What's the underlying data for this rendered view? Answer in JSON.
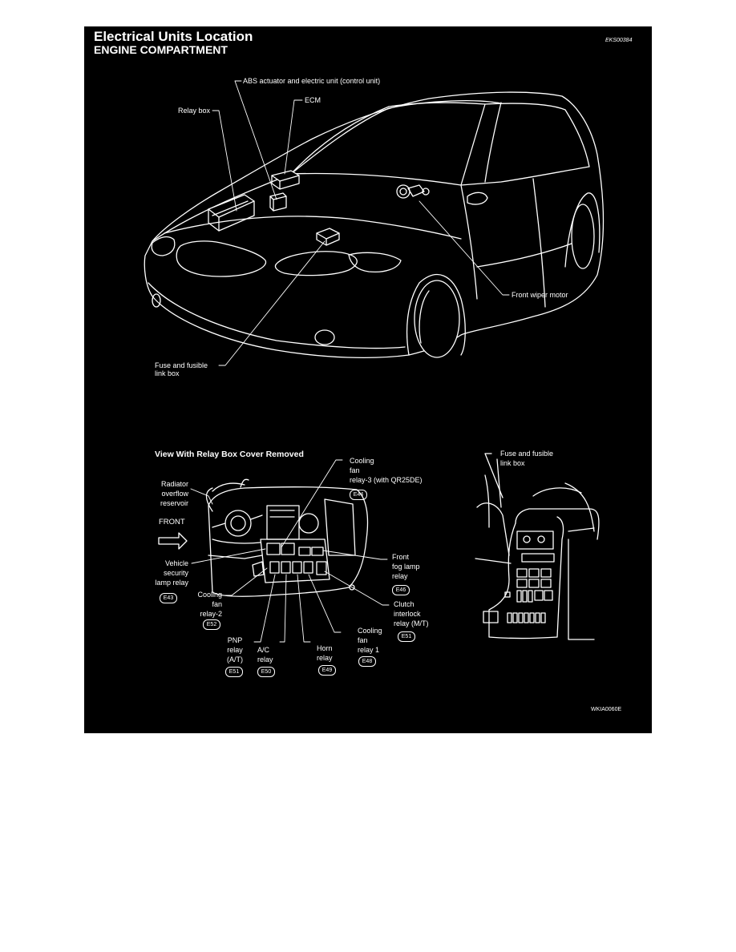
{
  "page": {
    "title": "Electrical Units Location",
    "subtitle": "ENGINE COMPARTMENT",
    "doc_id": "EKS00384",
    "figure_id": "WKIA0060E"
  },
  "car_view": {
    "labels": {
      "abs": "ABS actuator and electric unit (control unit)",
      "ecm": "ECM",
      "relay_box": "Relay box",
      "wiper": "Front wiper motor",
      "fuse_box_1": "Fuse and fusible",
      "fuse_box_2": "link box"
    }
  },
  "relay_view": {
    "heading": "View With Relay Box Cover Removed",
    "front_label": "FRONT",
    "labels": {
      "radiator_1": "Radiator",
      "radiator_2": "overflow",
      "radiator_3": "reservoir",
      "cf3_1": "Cooling",
      "cf3_2": "fan",
      "cf3_3": "relay-3 (with QR25DE)",
      "vsl_1": "Vehicle",
      "vsl_2": "security",
      "vsl_3": "lamp relay",
      "ffl_1": "Front",
      "ffl_2": "fog lamp",
      "ffl_3": "relay",
      "cf2_1": "Cooling",
      "cf2_2": "fan",
      "cf2_3": "relay-2",
      "clutch_1": "Clutch",
      "clutch_2": "interlock",
      "clutch_3": "relay (M/T)",
      "cf1_1": "Cooling",
      "cf1_2": "fan",
      "cf1_3": "relay 1",
      "pnp_1": "PNP",
      "pnp_2": "relay",
      "pnp_3": "(A/T)",
      "ac_1": "A/C",
      "ac_2": "relay",
      "horn_1": "Horn",
      "horn_2": "relay"
    },
    "connectors": {
      "cf3": "E44",
      "vsl": "E43",
      "ffl": "E46",
      "cf2": "E52",
      "clutch": "E51",
      "cf1": "E48",
      "pnp": "E51",
      "ac": "E50",
      "horn": "E49"
    }
  },
  "fuse_view": {
    "label_1": "Fuse and fusible",
    "label_2": "link box"
  }
}
